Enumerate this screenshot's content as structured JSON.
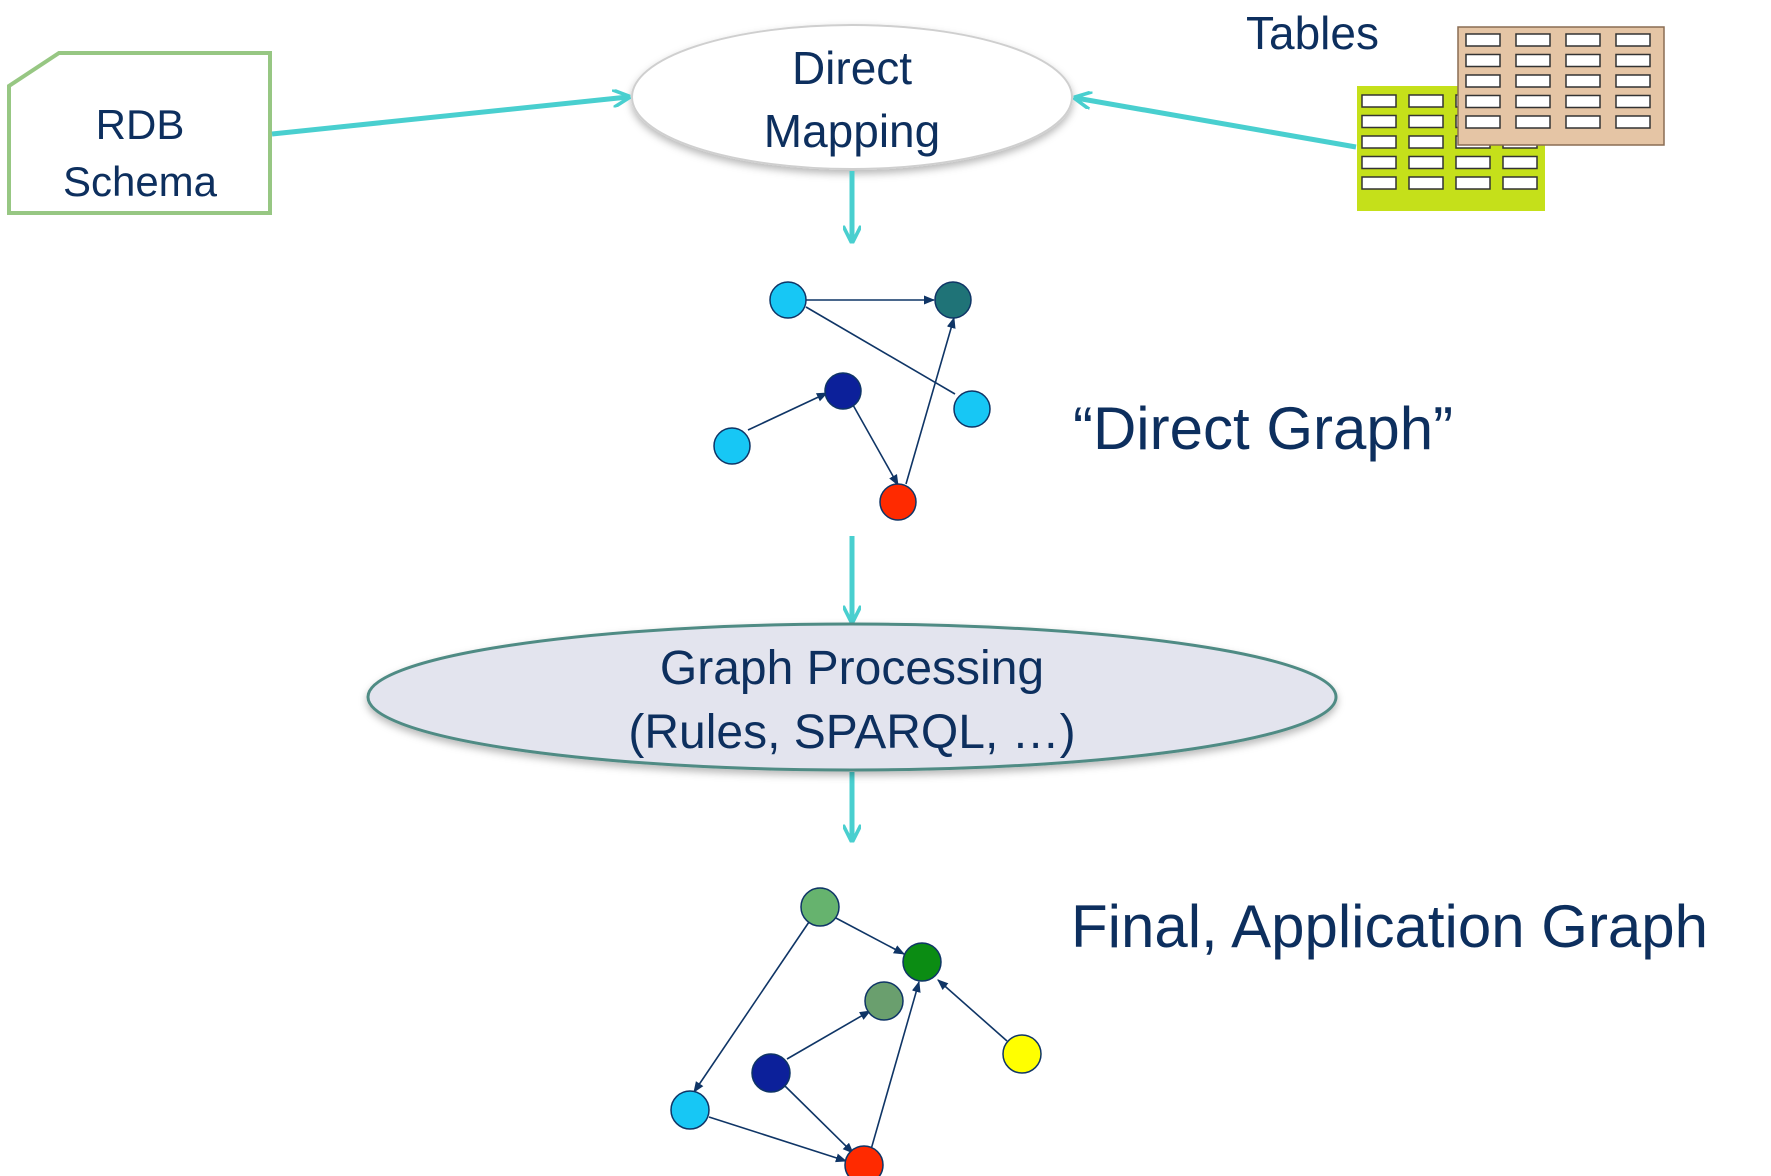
{
  "rdb_schema": {
    "lines": [
      "RDB",
      "Schema"
    ],
    "stroke": "#97c783"
  },
  "direct_mapping": {
    "lines": [
      "Direct",
      "Mapping"
    ]
  },
  "tables": {
    "label": "Tables",
    "front_color": "#c5e01a",
    "back_color": "#e5c5a5"
  },
  "direct_graph": {
    "label": "“Direct Graph”"
  },
  "graph_processing": {
    "lines": [
      "Graph Processing",
      "(Rules, SPARQL, …)"
    ],
    "fill": "#e3e4ee",
    "stroke": "#4f8b84"
  },
  "final_graph": {
    "label": "Final, Application Graph"
  },
  "colors": {
    "text": "#0d2f5e",
    "flow_arrow": "#49cfcf",
    "edge": "#0f3566",
    "light_blue": "#17c7f5",
    "teal": "#1f7377",
    "navy": "#0c209a",
    "red": "#ff2a00",
    "light_green": "#66b36e",
    "green": "#0b8c13",
    "gray_green": "#6a9f6e",
    "yellow": "#ffff00"
  }
}
